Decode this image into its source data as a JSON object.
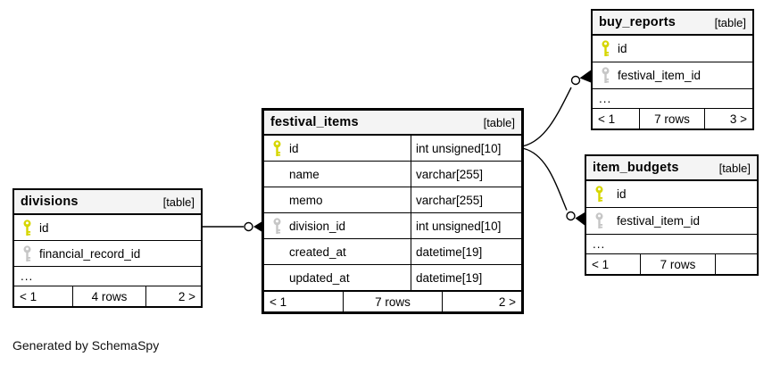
{
  "note": "Generated by SchemaSpy",
  "colors": {
    "header_bg": "#f4f4f4",
    "border": "#000000",
    "pk_key": "#d6d600",
    "fk_key": "#c6c6c6",
    "background": "#ffffff"
  },
  "tables": {
    "divisions": {
      "title": "divisions",
      "badge": "[table]",
      "rows": [
        {
          "name": "id",
          "key": "primary"
        },
        {
          "name": "financial_record_id",
          "key": "foreign"
        },
        {
          "name": "...",
          "key": "none"
        }
      ],
      "footer": {
        "prev": "< 1",
        "rows": "4 rows",
        "next": "2 >"
      }
    },
    "festival_items": {
      "title": "festival_items",
      "badge": "[table]",
      "rows": [
        {
          "name": "id",
          "type": "int unsigned[10]",
          "key": "primary"
        },
        {
          "name": "name",
          "type": "varchar[255]",
          "key": "none"
        },
        {
          "name": "memo",
          "type": "varchar[255]",
          "key": "none"
        },
        {
          "name": "division_id",
          "type": "int unsigned[10]",
          "key": "foreign"
        },
        {
          "name": "created_at",
          "type": "datetime[19]",
          "key": "none"
        },
        {
          "name": "updated_at",
          "type": "datetime[19]",
          "key": "none"
        }
      ],
      "footer": {
        "prev": "< 1",
        "rows": "7 rows",
        "next": "2 >"
      }
    },
    "buy_reports": {
      "title": "buy_reports",
      "badge": "[table]",
      "rows": [
        {
          "name": "id",
          "key": "primary"
        },
        {
          "name": "festival_item_id",
          "key": "foreign"
        },
        {
          "name": "...",
          "key": "none"
        }
      ],
      "footer": {
        "prev": "< 1",
        "rows": "7 rows",
        "next": "3 >"
      }
    },
    "item_budgets": {
      "title": "item_budgets",
      "badge": "[table]",
      "rows": [
        {
          "name": "id",
          "key": "primary"
        },
        {
          "name": "festival_item_id",
          "key": "foreign"
        },
        {
          "name": "...",
          "key": "none"
        }
      ],
      "footer": {
        "prev": "< 1",
        "rows": "7 rows",
        "next": ""
      }
    }
  },
  "relationships": [
    {
      "from": "divisions.id",
      "to": "festival_items.division_id"
    },
    {
      "from": "festival_items.id",
      "to": "buy_reports.festival_item_id"
    },
    {
      "from": "festival_items.id",
      "to": "item_budgets.festival_item_id"
    }
  ]
}
